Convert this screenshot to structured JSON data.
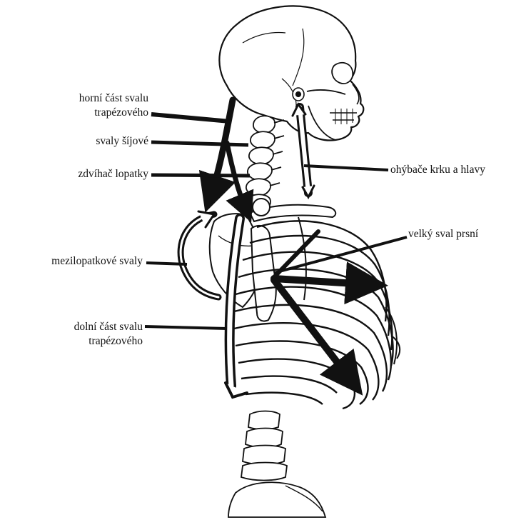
{
  "labels": {
    "upper_trapezius_line1": "horní část svalu",
    "upper_trapezius_line2": "trapézového",
    "neck_muscles": "svaly šíjové",
    "levator_scapulae": "zdvíhač lopatky",
    "interscapular": "mezilopatkové svaly",
    "lower_trapezius_line1": "dolní část svalu",
    "lower_trapezius_line2": "trapézového",
    "neck_head_flexors": "ohýbače krku a hlavy",
    "pectoralis_major": "velký sval prsní"
  },
  "colors": {
    "ink": "#111111",
    "background": "#ffffff"
  }
}
